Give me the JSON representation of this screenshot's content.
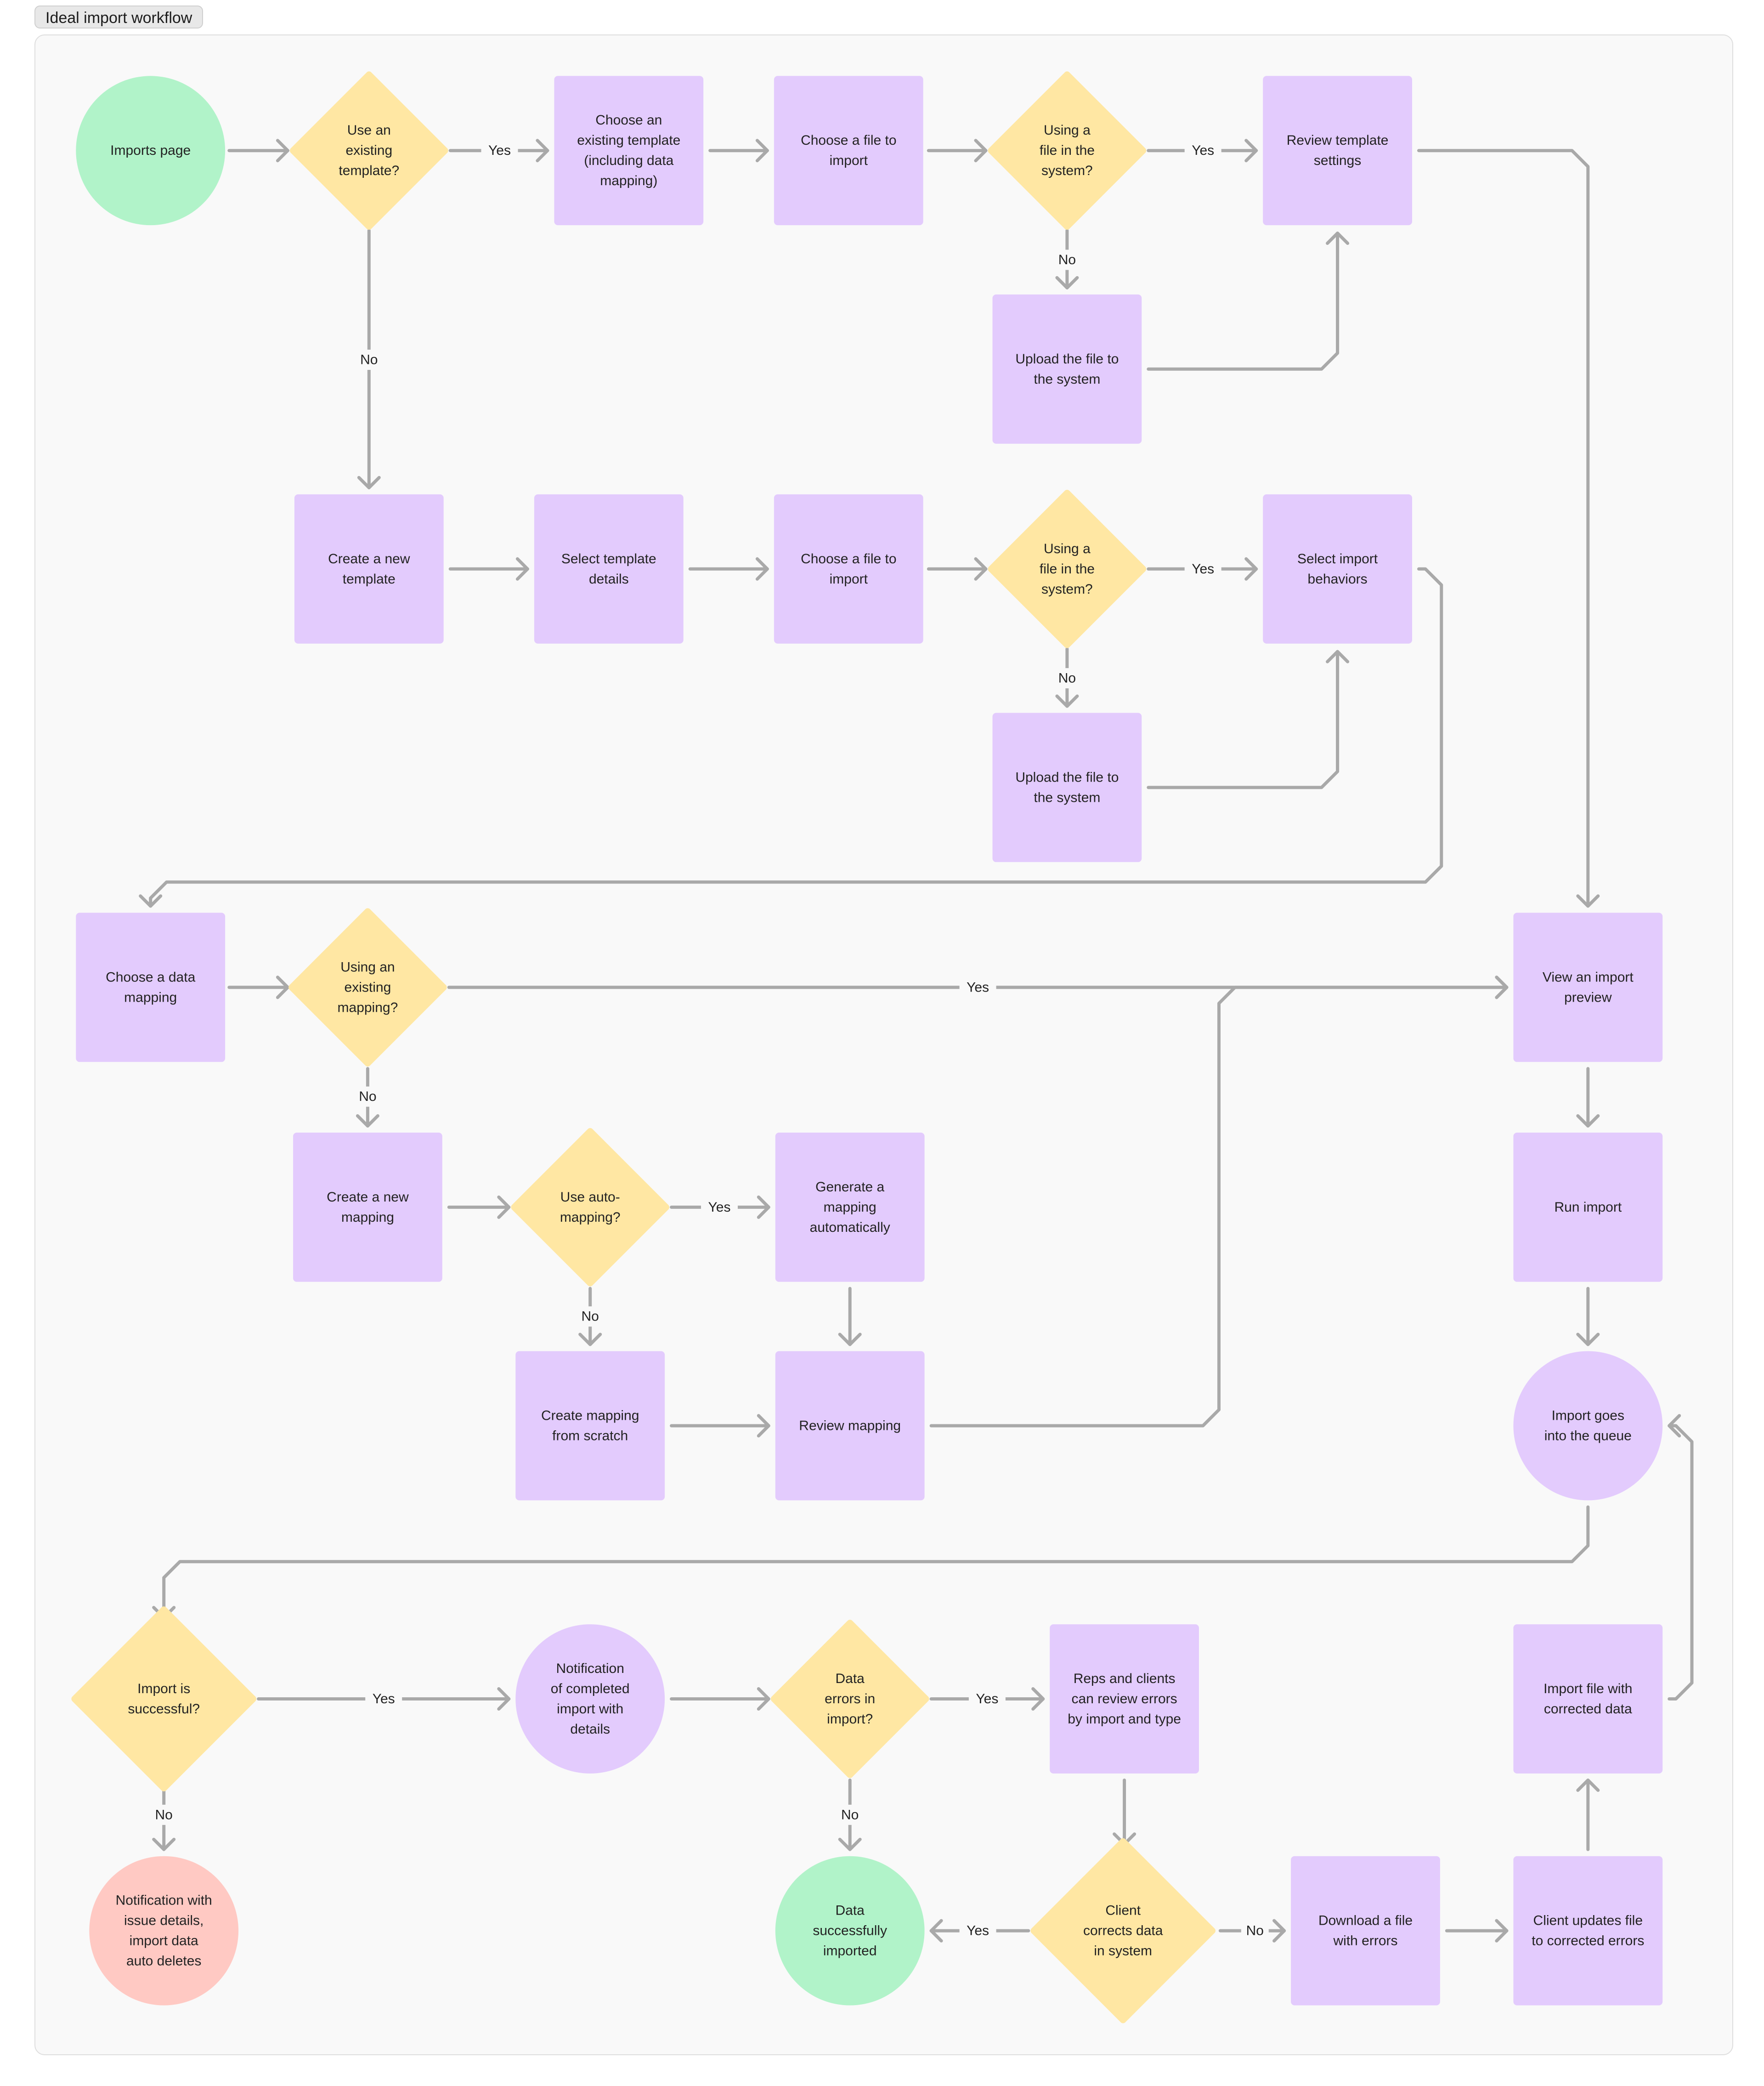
{
  "frame": {
    "title": "Ideal import workflow"
  },
  "colors": {
    "start": "#b1f3c9",
    "process": "#e3cbfd",
    "decision": "#ffe7a3",
    "error": "#ffc9c3",
    "edge": "#a9a9a9"
  },
  "nodes": {
    "imports_page": "Imports page",
    "use_existing_template": "Use an\nexisting\ntemplate?",
    "choose_existing_template": "Choose an\nexisting template\n(including data\nmapping)",
    "choose_file_1": "Choose a file to\nimport",
    "using_file_1": "Using a\nfile in the\nsystem?",
    "review_template_settings": "Review template\nsettings",
    "upload_file_1": "Upload the file to\nthe system",
    "create_new_template": "Create a new\ntemplate",
    "select_template_details": "Select template\ndetails",
    "choose_file_2": "Choose a file to\nimport",
    "using_file_2": "Using a\nfile in the\nsystem?",
    "select_import_behaviors": "Select import\nbehaviors",
    "upload_file_2": "Upload the file to\nthe system",
    "choose_data_mapping": "Choose a data\nmapping",
    "using_existing_mapping": "Using an\nexisting\nmapping?",
    "view_import_preview": "View an import\npreview",
    "create_new_mapping": "Create a new\nmapping",
    "use_auto_mapping": "Use auto-\nmapping?",
    "generate_mapping": "Generate a\nmapping\nautomatically",
    "run_import": "Run import",
    "create_mapping_scratch": "Create mapping\nfrom scratch",
    "review_mapping": "Review mapping",
    "import_queue": "Import goes\ninto the queue",
    "import_successful": "Import is\nsuccessful?",
    "notification_completed": "Notification\nof completed\nimport with\ndetails",
    "data_errors": "Data\nerrors in\nimport?",
    "reps_review_errors": "Reps and clients\ncan review errors\nby import and type",
    "import_corrected": "Import file with\ncorrected data",
    "notification_issue": "Notification with\nissue details,\nimport data\nauto deletes",
    "data_success": "Data\nsuccessfully\nimported",
    "client_corrects": "Client\ncorrects data\nin system",
    "download_errors": "Download a file\nwith errors",
    "client_updates": "Client updates file\nto corrected errors"
  },
  "edge_labels": {
    "yes": "Yes",
    "no": "No"
  }
}
